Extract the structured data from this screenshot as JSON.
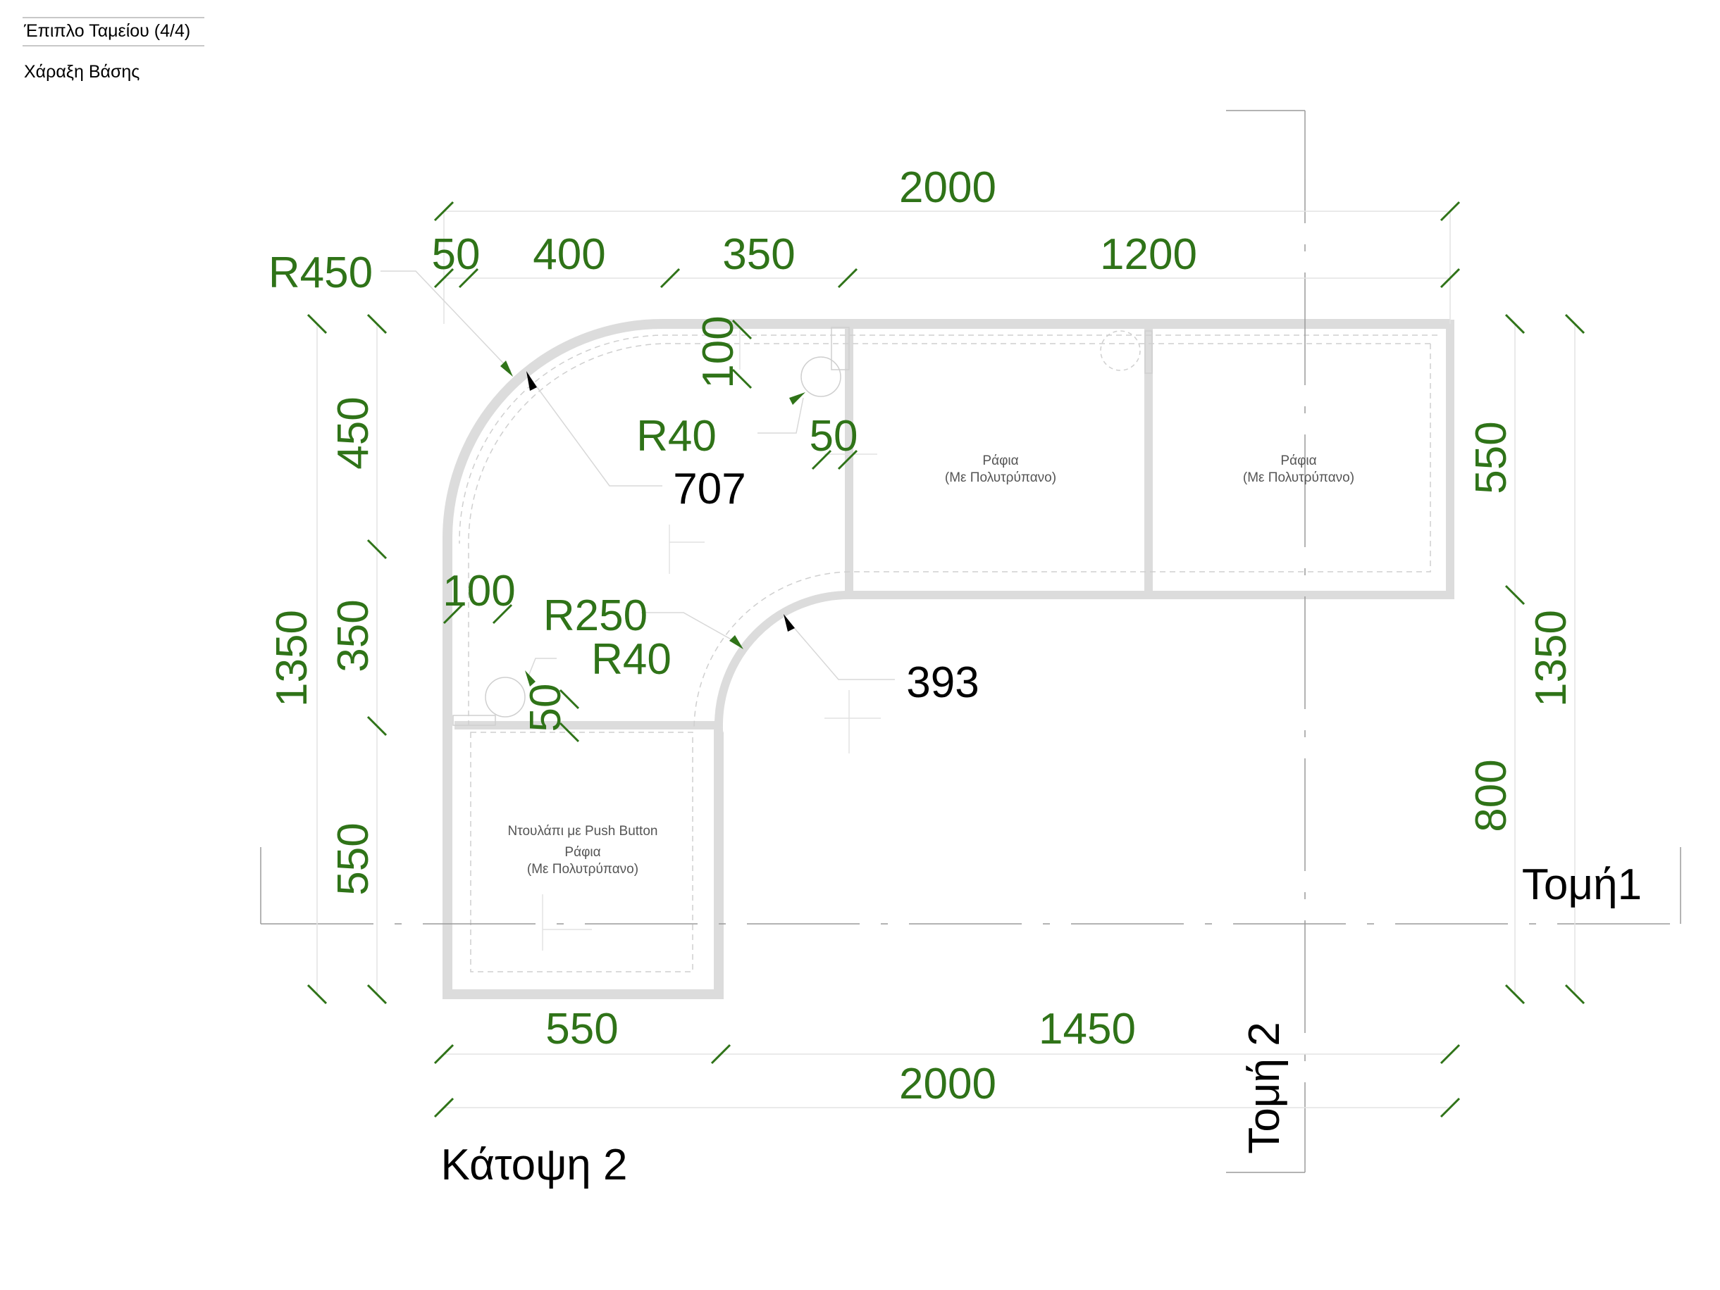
{
  "header": {
    "title": "Έπιπλο Ταμείου (4/4)",
    "subtitle": "Χάραξη Βάσης"
  },
  "dimensions": {
    "top_total": "2000",
    "top_50": "50",
    "top_400": "400",
    "top_350": "350",
    "top_1200": "1200",
    "r450": "R450",
    "inner_100": "100",
    "r40_upper": "R40",
    "inner_50_upper": "50",
    "left_450": "450",
    "left_350": "350",
    "left_550": "550",
    "left_1350": "1350",
    "inner_100_lower": "100",
    "r250": "R250",
    "r40_lower": "R40",
    "inner_50_lower": "50",
    "right_550": "550",
    "right_800": "800",
    "right_1350": "1350",
    "bottom_550": "550",
    "bottom_1450": "1450",
    "bottom_total": "2000"
  },
  "arc_lengths": {
    "outer": "707",
    "inner": "393"
  },
  "panels": {
    "rafia_1_line1": "Ράφια",
    "rafia_1_line2": "(Με Πολυτρύπανο)",
    "rafia_2_line1": "Ράφια",
    "rafia_2_line2": "(Με Πολυτρύπανο)",
    "cabinet_line1": "Ντουλάπι με Push Button",
    "cabinet_line2": "Ράφια",
    "cabinet_line3": "(Με Πολυτρύπανο)"
  },
  "labels": {
    "section1": "Τομή1",
    "section2": "Τομή 2",
    "plan": "Κάτοψη 2"
  },
  "colors": {
    "dimension": "#2f7318",
    "outline": "#d9d9d9",
    "text": "#000000"
  }
}
